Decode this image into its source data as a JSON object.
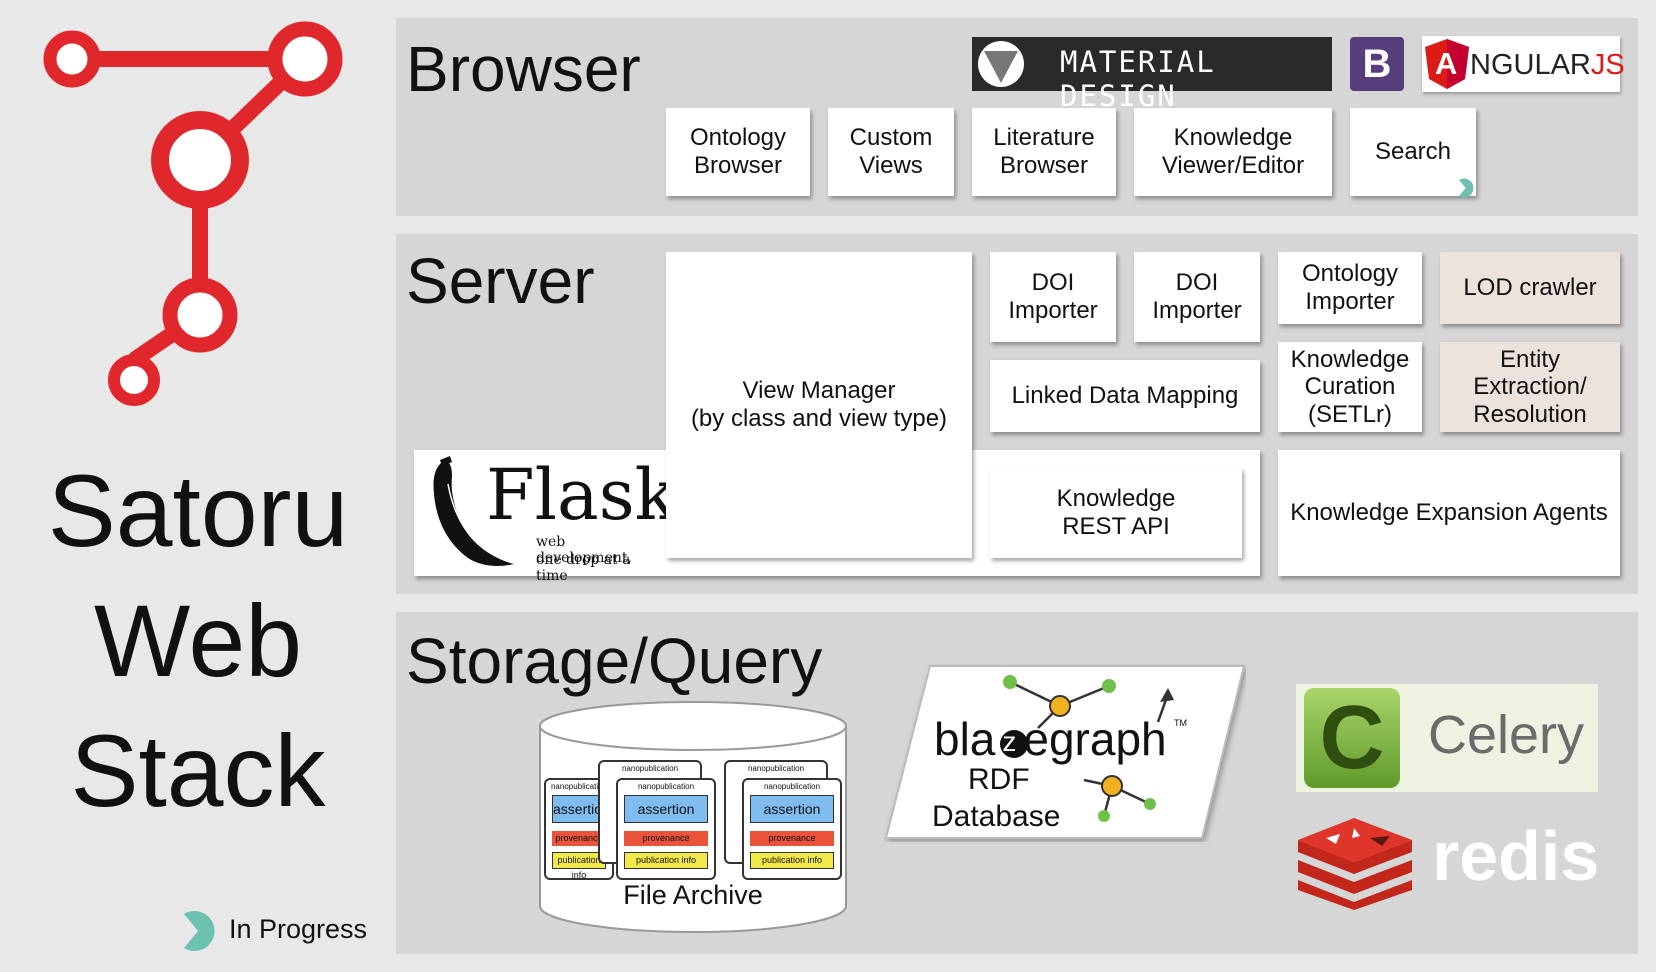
{
  "title_lines": [
    "Satoru",
    "Web",
    "Stack"
  ],
  "legend": {
    "label": "In Progress"
  },
  "layers": {
    "browser": {
      "title": "Browser"
    },
    "server": {
      "title": "Server"
    },
    "storage": {
      "title": "Storage/Query"
    }
  },
  "browser_logos": {
    "material": "MATERIAL DESIGN",
    "bootstrap": "B",
    "angular_a": "A",
    "angular_rest": "NGULAR",
    "angular_js": "JS"
  },
  "browser_boxes": {
    "ontology_browser": "Ontology\nBrowser",
    "custom_views": "Custom\nViews",
    "literature_browser": "Literature\nBrowser",
    "knowledge_viewer": "Knowledge\nViewer/Editor",
    "search": "Search"
  },
  "server_boxes": {
    "view_manager": "View Manager\n(by class and view type)",
    "doi_importer_1": "DOI\nImporter",
    "doi_importer_2": "DOI\nImporter",
    "ontology_importer": "Ontology\nImporter",
    "lod_crawler": "LOD crawler",
    "linked_data_mapping": "Linked Data Mapping",
    "knowledge_curation": "Knowledge\nCuration\n(SETLr)",
    "entity_extraction": "Entity\nExtraction/\nResolution",
    "knowledge_rest_api": "Knowledge\nREST API",
    "knowledge_expansion": "Knowledge Expansion Agents"
  },
  "flask": {
    "name": "Flask",
    "tagline_1": "web development,",
    "tagline_2": "one drop at a time"
  },
  "storage": {
    "file_archive": "File Archive",
    "nano_header": "nanopublication",
    "assertion": "assertion",
    "provenance": "provenance",
    "publication_info": "publication info",
    "blazegraph_pre": "bla",
    "blazegraph_z": "z",
    "blazegraph_post": "egraph",
    "blazegraph_tm": "TM",
    "rdf": "RDF",
    "database": "Database",
    "celery_letter": "C",
    "celery": "Celery",
    "redis": "redis"
  },
  "colors": {
    "logo_red": "#e0282c",
    "in_progress_teal": "#6cc1b0",
    "assertion_blue": "#7fbdf0",
    "provenance_red": "#e8533a",
    "pubinfo_yellow": "#f2e84a",
    "bootstrap_purple": "#563d7c",
    "angular_red": "#dd1b16",
    "celery_green": "#7bae3a",
    "redis_red": "#c3271c"
  }
}
